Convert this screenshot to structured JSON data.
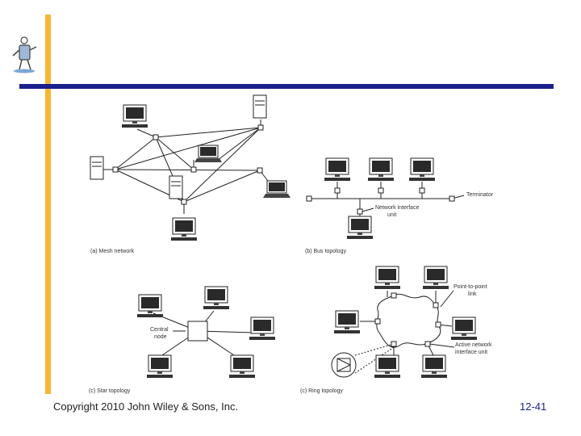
{
  "footer": {
    "copyright": "Copyright 2010 John Wiley & Sons, Inc.",
    "slide_number": "12-41"
  },
  "captions": {
    "mesh": "(a) Mesh network",
    "bus": "(b) Bus topology",
    "star": "(c) Star topology",
    "ring": "(c) Ring topology"
  },
  "labels": {
    "terminator": "Terminator",
    "network_interface_1": "Network interface",
    "network_interface_2": "unit",
    "central_1": "Central",
    "central_2": "node",
    "p2p_1": "Point-to-point",
    "p2p_2": "link",
    "active_1": "Active network",
    "active_2": "interface unit"
  },
  "colors": {
    "accent_bar": "#f5b731",
    "title_rule": "#1a1f8c",
    "screen": "#2a2a2a"
  },
  "icons": [
    "mascot-icon",
    "computer-icon",
    "laptop-icon",
    "server-icon"
  ]
}
